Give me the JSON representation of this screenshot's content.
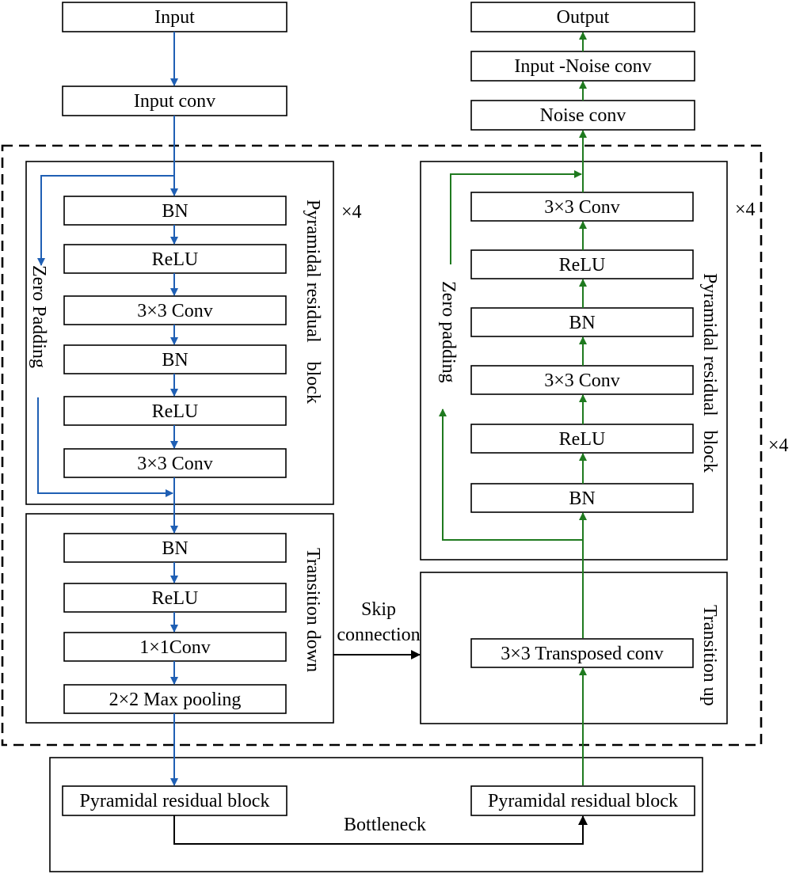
{
  "colors": {
    "encoder_flow": "#1f5fb4",
    "decoder_flow": "#1f7a1f",
    "skip_flow": "#000000"
  },
  "blocks": {
    "input": "Input",
    "input_conv": "Input conv",
    "output": "Output",
    "input_noise_conv": "Input -Noise conv",
    "noise_conv": "Noise conv",
    "bottleneck_left": "Pyramidal residual block",
    "bottleneck_right": "Pyramidal residual block",
    "transposed_conv": "3×3 Transposed conv"
  },
  "encoder": {
    "residual_layers": [
      "BN",
      "ReLU",
      "3×3 Conv",
      "BN",
      "ReLU",
      "3×3 Conv"
    ],
    "residual_label": "Pyramidal residual    block",
    "zero_padding_label": "Zero Padding",
    "repeat": "×4",
    "transition_layers": [
      "BN",
      "ReLU",
      "1×1Conv",
      "2×2 Max pooling"
    ],
    "transition_label": "Transition down"
  },
  "decoder": {
    "residual_layers": [
      "3×3 Conv",
      "ReLU",
      "BN",
      "3×3 Conv",
      "ReLU",
      "BN"
    ],
    "residual_label": "Pyramidal residual   block",
    "zero_padding_label": "Zero padding",
    "repeat": "×4",
    "transition_label": "Transition up"
  },
  "outer_repeat": "×4",
  "skip_connection": {
    "line1": "Skip",
    "line2": "connection"
  },
  "bottleneck_label": "Bottleneck"
}
